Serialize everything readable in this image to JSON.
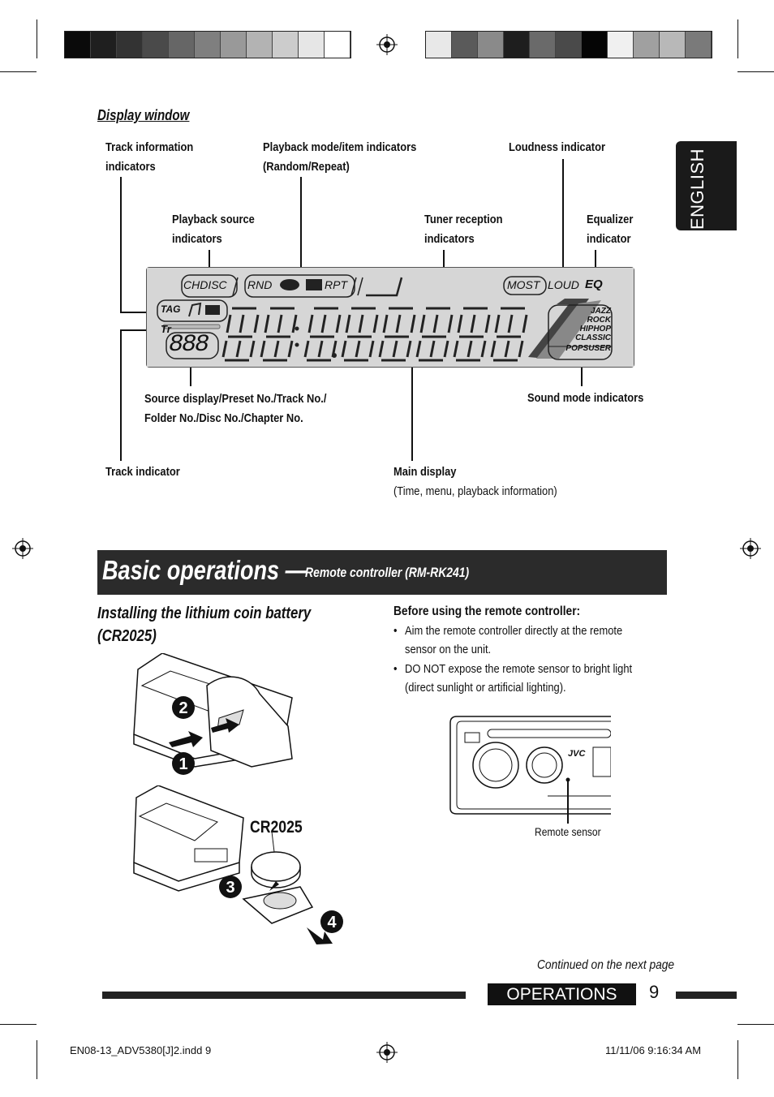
{
  "english_tab": "ENGLISH",
  "display_window": {
    "heading": "Display window",
    "labels": {
      "track_info_1": "Track information",
      "track_info_2": "indicators",
      "playback_mode_1": "Playback mode/item indicators",
      "playback_mode_2": "(Random/Repeat)",
      "loudness": "Loudness indicator",
      "playback_source_1": "Playback source",
      "playback_source_2": "indicators",
      "tuner_1": "Tuner reception",
      "tuner_2": "indicators",
      "equalizer_1": "Equalizer",
      "equalizer_2": "indicator",
      "source_display_1": "Source display/Preset No./Track No./",
      "source_display_2": "Folder No./Disc No./Chapter No.",
      "sound_mode": "Sound mode indicators",
      "track_indicator": "Track indicator",
      "main_display": "Main display",
      "main_display_sub": "(Time, menu, playback information)"
    },
    "lcd": {
      "chdisc": "CHDISC",
      "rnd": "RND",
      "rpt": "RPT",
      "most": "MOST",
      "loud": "LOUD",
      "eq": "EQ",
      "tag": "TAG",
      "tr": "Tr",
      "digits_small": "888",
      "modes": [
        "JAZZ",
        "ROCK",
        "HIPHOP",
        "CLASSIC",
        "POPS",
        "USER"
      ]
    }
  },
  "section": {
    "title": "Basic operations —",
    "subtitle": "Remote controller (RM-RK241)"
  },
  "battery": {
    "heading_1": "Installing the lithium coin battery",
    "heading_2": "(CR2025)",
    "cell_label": "CR2025",
    "steps": [
      "❷",
      "❶",
      "❸",
      "❹"
    ]
  },
  "before_use": {
    "heading": "Before using the remote controller:",
    "bullets": [
      [
        "Aim the remote controller directly at the remote",
        "sensor on the unit."
      ],
      [
        "DO NOT expose the remote sensor to bright light",
        "(direct sunlight or artificial lighting)."
      ]
    ],
    "brand": "JVC",
    "sensor_label": "Remote sensor"
  },
  "continued": "Continued on the next page",
  "footer_section": "OPERATIONS",
  "page_number": "9",
  "print_file": "EN08-13_ADV5380[J]2.indd   9",
  "print_time": "11/11/06   9:16:34 AM",
  "colors": {
    "left_bar": [
      "#0a0a0a",
      "#1f1f1f",
      "#333333",
      "#4a4a4a",
      "#666666",
      "#7f7f7f",
      "#999999",
      "#b3b3b3",
      "#cccccc",
      "#e6e6e6",
      "#ffffff"
    ],
    "right_bar": [
      "#e8e8e8",
      "#5a5a5a",
      "#8a8a8a",
      "#1e1e1e",
      "#6a6a6a",
      "#4a4a4a",
      "#050505",
      "#f0f0f0",
      "#a0a0a0",
      "#b8b8b8",
      "#7a7a7a"
    ],
    "lcd_bg": "#d6d6d6",
    "banner": "#2b2b2b"
  }
}
